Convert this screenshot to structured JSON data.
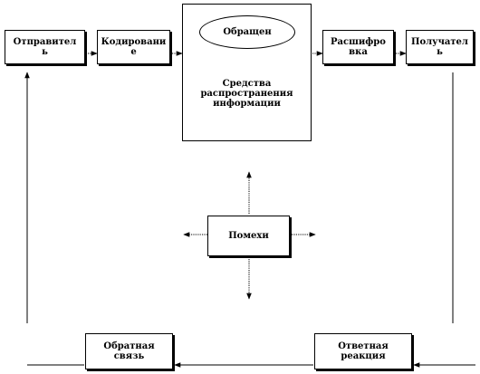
{
  "diagram": {
    "sender": "Отправител\nь",
    "encoding": "Кодировани\nе",
    "message": "Обращен",
    "medium": "Средства\nраспространения\nинформации",
    "decoding": "Расшифро\nвка",
    "receiver": "Получател\nь",
    "noise": "Помехи",
    "feedback": "Обратная\nсвязь",
    "response": "Ответная\nреакция"
  }
}
